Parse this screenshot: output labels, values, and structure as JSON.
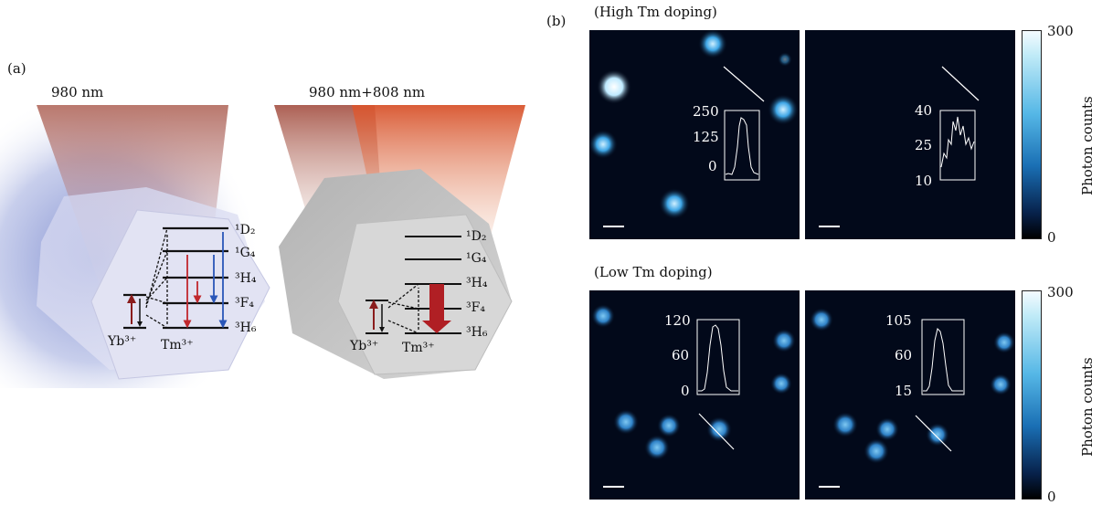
{
  "panel_a": {
    "label": "(a)",
    "left": {
      "title": "980 nm",
      "levels": [
        "¹D₂",
        "¹G₄",
        "³H₄",
        "³F₄",
        "³H₆"
      ],
      "yb": "Yb³⁺",
      "tm": "Tm³⁺"
    },
    "right": {
      "title": "980 nm+808 nm",
      "levels": [
        "¹D₂",
        "¹G₄",
        "³H₄",
        "³F₄",
        "³H₆"
      ],
      "yb": "Yb³⁺",
      "tm": "Tm³⁺"
    }
  },
  "panel_b": {
    "label": "(b)",
    "high_title": "(High Tm doping)",
    "low_title": "(Low Tm doping)",
    "colorbar": {
      "max": "300",
      "min": "0",
      "label": "Photon counts"
    },
    "insets": [
      {
        "ticks": [
          "250",
          "125",
          "0"
        ]
      },
      {
        "ticks": [
          "40",
          "25",
          "10"
        ]
      },
      {
        "ticks": [
          "120",
          "60",
          "0"
        ]
      },
      {
        "ticks": [
          "105",
          "60",
          "15"
        ]
      }
    ]
  },
  "colors": {
    "red_beam": "#b8412a",
    "blue_glow": "#6f7fc9",
    "red_arrow": "#c0282d",
    "blue_arrow": "#2a56b8",
    "panel_bg": "#02091a",
    "spot": "#3ea6e6"
  }
}
